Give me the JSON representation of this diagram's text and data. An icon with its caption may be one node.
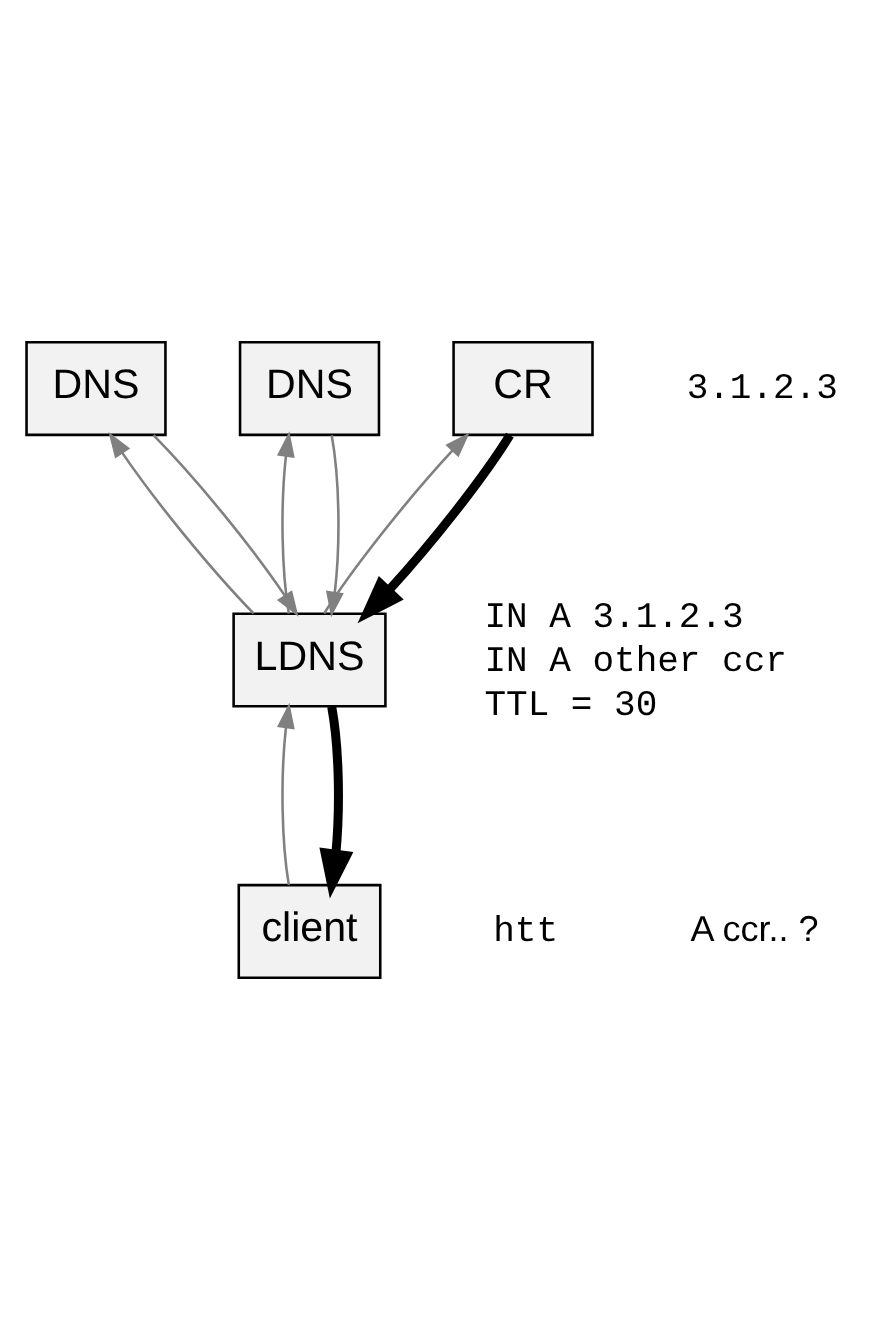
{
  "diagram": {
    "nodes": [
      {
        "text": [
          "DNS"
        ]
      },
      {
        "text": [
          "DNS"
        ]
      },
      {
        "text": [
          "CR"
        ],
        "beside": [
          "3.1.2.3"
        ]
      },
      {
        "text": [
          "LDNS"
        ]
      },
      {
        "text": [
          "client"
        ],
        "beside": [
          "htt"
        ]
      }
    ],
    "edges": [
      {
        "from": 3,
        "to": 0,
        "arrow": "to"
      },
      {
        "from": 0,
        "to": 3,
        "arrow": "to"
      },
      {
        "from": 3,
        "to": 1,
        "arrow": "to"
      },
      {
        "from": 1,
        "to": 3,
        "arrow": "to"
      },
      {
        "from": 3,
        "to": 2,
        "arrow": "to"
      },
      {
        "from": 2,
        "to": 3,
        "arrow": "to",
        "style": "thick",
        "color": "#000000"
      },
      {
        "from": 3,
        "to": 4,
        "arrow": "to",
        "style": "thick",
        "color": "#000000"
      },
      {
        "from": 4,
        "to": 3,
        "arrow": "to"
      }
    ],
    "labels": [
      "IN A 3.1.2.3",
      "IN A other ccr",
      "TTL = 30",
      "A ccr.. ?"
    ]
  }
}
